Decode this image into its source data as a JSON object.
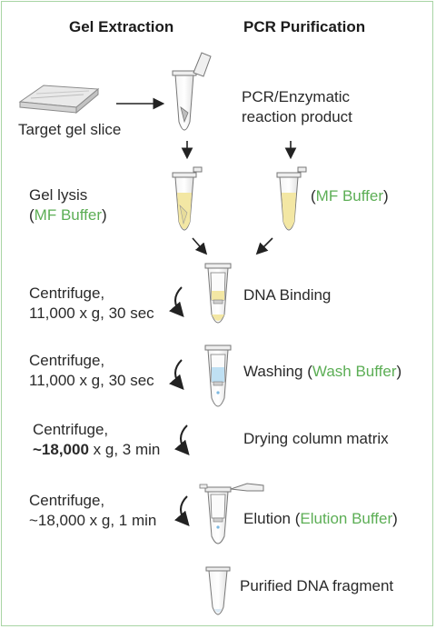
{
  "headers": {
    "gel_extraction": "Gel Extraction",
    "pcr_purification": "PCR Purification"
  },
  "gel": {
    "slice_label": "Target gel slice",
    "lysis_label": "Gel lysis",
    "lysis_buffer_open": "(",
    "lysis_buffer": "MF Buffer",
    "lysis_buffer_close": ")"
  },
  "pcr": {
    "product_line1": "PCR/Enzymatic",
    "product_line2": "reaction product",
    "buffer_open": "(",
    "buffer": "MF Buffer",
    "buffer_close": ")"
  },
  "steps": [
    {
      "centrifuge_line1": "Centrifuge,",
      "centrifuge_line2": "11,000 x g, 30 sec",
      "label": "DNA Binding"
    },
    {
      "centrifuge_line1": "Centrifuge,",
      "centrifuge_line2": "11,000 x g, 30 sec",
      "label_pre": "Washing (",
      "label_green": "Wash Buffer",
      "label_post": ")"
    },
    {
      "centrifuge_line1": "Centrifuge,",
      "centrifuge_bold": "~18,000",
      "centrifuge_rest": " x g, 3 min",
      "label": "Drying column matrix"
    },
    {
      "centrifuge_line1": "Centrifuge,",
      "centrifuge_line2": "~18,000 x g, 1 min",
      "label_pre": "Elution (",
      "label_green": "Elution Buffer",
      "label_post": ")"
    }
  ],
  "final_label": "Purified DNA fragment",
  "colors": {
    "accent_green": "#5cae55",
    "border_green": "#a8d4a4",
    "buffer_yellow": "#f3e7a4",
    "wash_blue": "#bfe0f3"
  }
}
